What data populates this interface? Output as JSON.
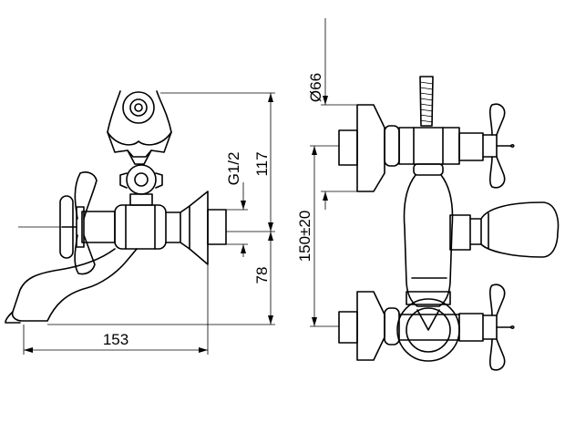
{
  "drawing": {
    "side_view": {
      "dim_height_top": "117",
      "dim_thread": "G1/2",
      "dim_height_bottom": "78",
      "dim_length": "153"
    },
    "front_view": {
      "dim_diameter": "Ø66",
      "dim_center_distance": "150±20"
    }
  }
}
